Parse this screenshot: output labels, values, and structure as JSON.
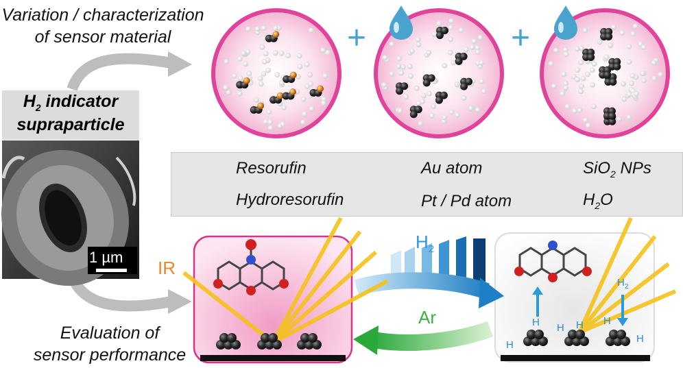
{
  "labels": {
    "top_line1": "Variation / characterization",
    "top_line2": "of sensor material",
    "bottom_line1": "Evaluation of",
    "bottom_line2": "sensor performance",
    "indicator_line1_main": "H",
    "indicator_line1_sub": "2",
    "indicator_line1_rest": " indicator",
    "indicator_line2": "supraparticle",
    "scale_bar": "1 µm",
    "ir": "IR",
    "h2_main": "H",
    "h2_sub": "2",
    "ar": "Ar",
    "h_atom": "H"
  },
  "legend": {
    "resorufin": "Resorufin",
    "hydroresorufin": "Hydroresorufin",
    "au": "Au atom",
    "ptpd": "Pt / Pd atom",
    "sio2_main": "SiO",
    "sio2_sub": "2",
    "sio2_rest": " NPs",
    "h2o_main": "H",
    "h2o_sub": "2",
    "h2o_rest": "O"
  },
  "plus_signs": [
    "+",
    "+"
  ],
  "colors": {
    "pink_rim": "#e0449a",
    "pink_fill": "#f7c9e0",
    "gold_ray": "#f5c21a",
    "blue_arrow": "#2a9ad8",
    "green_arrow": "#3ab440",
    "ir_orange": "#e88a2a",
    "droplet_blue": "#4aa3cf",
    "legend_bg": "#e6e6e6"
  },
  "icons": [
    "droplet-icon",
    "au-atom-icon",
    "ptpd-atom-icon",
    "sio2-np-icon"
  ]
}
